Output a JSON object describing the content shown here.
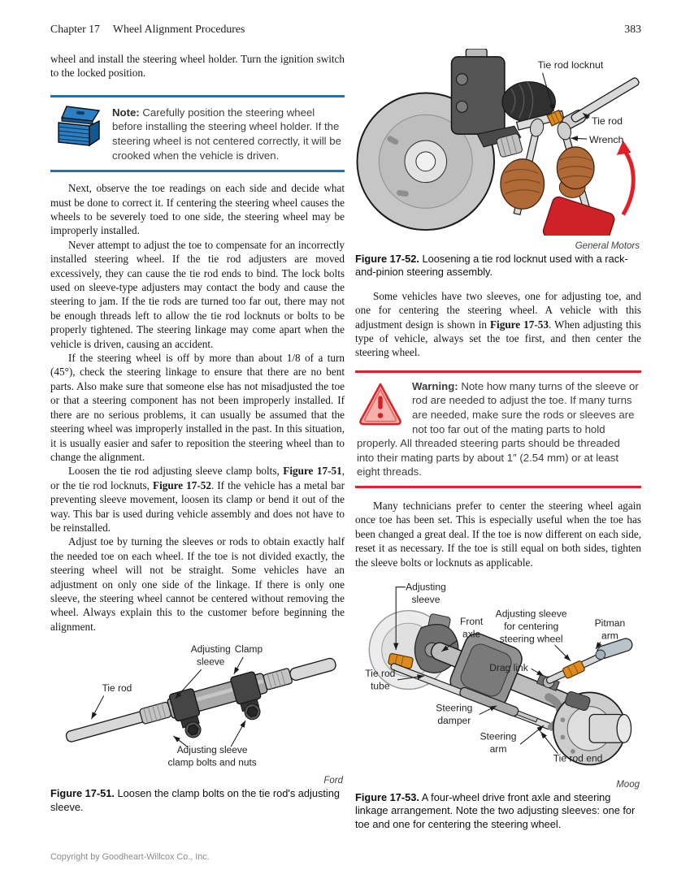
{
  "header": {
    "chapter": "Chapter 17",
    "title": "Wheel Alignment Procedures",
    "page_number": "383"
  },
  "footer": {
    "copyright": "Copyright by Goodheart-Willcox Co., Inc."
  },
  "colors": {
    "note_blue": "#1b74b8",
    "warning_red": "#e32227",
    "part_orange": "#df8a1d"
  },
  "left": {
    "p1": "wheel and install the steering wheel holder. Turn the ignition switch to the locked position.",
    "note": [
      "Note:",
      " Carefully position the steering wheel before installing the steering wheel holder. If the steering wheel is not centered correctly, it will be crooked when the vehicle is driven."
    ],
    "p2": "Next, observe the toe readings on each side and decide what must be done to correct it. If centering the steering wheel causes the wheels to be severely toed to one side, the steering wheel may be improperly installed.",
    "p3": "Never attempt to adjust the toe to compensate for an incorrectly installed steering wheel. If the tie rod adjusters are moved excessively, they can cause the tie rod ends to bind. The lock bolts used on sleeve-type adjusters may contact the body and cause the steering to jam. If the tie rods are turned too far out, there may not be enough threads left to allow the tie rod locknuts or bolts to be properly tightened. The steering linkage may come apart when the vehicle is driven, causing an accident.",
    "p4": "If the steering wheel is off by more than about 1/8 of a turn (45°), check the steering linkage to ensure that there are no bent parts. Also make sure that someone else has not misadjusted the toe or that a steering component has not been improperly installed. If there are no serious problems, it can usually be assumed that the steering wheel was improperly installed in the past. In this situation, it is usually easier and safer to reposition the steering wheel than to change the alignment.",
    "p5": [
      "Loosen the tie rod adjusting sleeve clamp bolts, ",
      "Figure 17-51",
      ", or the tie rod locknuts, ",
      "Figure 17-52",
      ". If the vehicle has a metal bar preventing sleeve movement, loosen its clamp or bend it out of the way. This bar is used during vehicle assembly and does not have to be reinstalled."
    ],
    "p6": "Adjust toe by turning the sleeves or rods to obtain exactly half the needed toe on each wheel. If the toe is not divided exactly, the steering wheel will not be straight. Some vehicles have an adjustment on only one side of the linkage. If there is only one sleeve, the steering wheel cannot be centered without removing the wheel. Always explain this to the customer before beginning the alignment."
  },
  "right": {
    "p1": [
      "Some vehicles have two sleeves, one for adjusting toe, and one for centering the steering wheel. A vehicle with this adjustment design is shown in ",
      "Figure 17-53",
      ". When adjusting this type of vehicle, always set the toe first, and then center the steering wheel."
    ],
    "warning": [
      "Warning:",
      " Note how many turns of the sleeve or rod are needed to adjust the toe. If many turns are needed, make sure the rods or sleeves are not too far out of the mating parts to hold properly. All threaded steering parts should be threaded into their mating parts by about 1″ (2.54 mm) or at least eight threads."
    ],
    "p2": "Many technicians prefer to center the steering wheel again once toe has been set. This is especially useful when the toe has been changed a great deal. If the toe is now different on each side, reset it as necessary. If the toe is still equal on both sides, tighten the sleeve bolts or locknuts as applicable."
  },
  "figure51": {
    "labels": {
      "adjusting_sleeve": [
        "Adjusting",
        "sleeve"
      ],
      "clamp": "Clamp",
      "tie_rod": "Tie rod",
      "clamp_bolts": [
        "Adjusting sleeve",
        "clamp bolts and nuts"
      ]
    },
    "attribution": "Ford",
    "caption": [
      "Figure 17-51.",
      " Loosen the clamp bolts on the tie rod's adjusting sleeve."
    ]
  },
  "figure52": {
    "labels": {
      "tie_rod_locknut": "Tie rod locknut",
      "tie_rod": "Tie rod",
      "wrench": "Wrench"
    },
    "attribution": "General Motors",
    "caption": [
      "Figure 17-52.",
      " Loosening a tie rod locknut used with a rack-and-pinion steering assembly."
    ]
  },
  "figure53": {
    "labels": {
      "adjusting_sleeve": [
        "Adjusting",
        "sleeve"
      ],
      "front_axle": [
        "Front",
        "axle"
      ],
      "adjusting_sleeve_centering": [
        "Adjusting sleeve",
        "for centering",
        "steering wheel"
      ],
      "pitman_arm": [
        "Pitman",
        "arm"
      ],
      "drag_link": "Drag link",
      "tie_rod_tube": [
        "Tie rod",
        "tube"
      ],
      "steering_damper": [
        "Steering",
        "damper"
      ],
      "steering_arm": [
        "Steering",
        "arm"
      ],
      "tie_rod_end": "Tie rod end"
    },
    "attribution": "Moog",
    "caption": [
      "Figure 17-53.",
      " A four-wheel drive front axle and steering linkage arrangement. Note the two adjusting sleeves: one for toe and one for centering the steering wheel."
    ]
  }
}
